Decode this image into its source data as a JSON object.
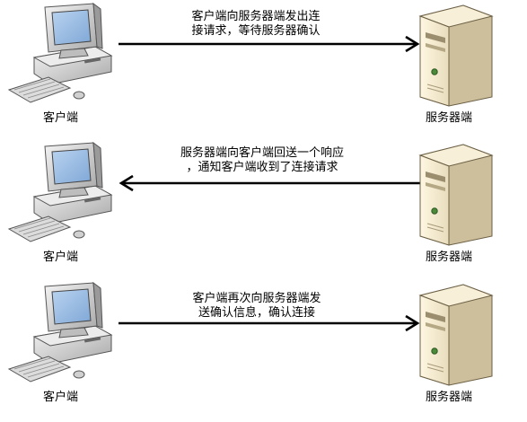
{
  "steps": [
    {
      "direction": "to-server",
      "message_lines": [
        "客户端向服务器端发出连",
        "接请求，等待服务器确认"
      ],
      "client_label": "客户端",
      "server_label": "服务器端"
    },
    {
      "direction": "to-client",
      "message_lines": [
        "服务器端向客户端回送一个响应",
        "，通知客户端收到了连接请求"
      ],
      "client_label": "客户端",
      "server_label": "服务器端"
    },
    {
      "direction": "to-server",
      "message_lines": [
        "客户端再次向服务器端发",
        "送确认信息，确认连接"
      ],
      "client_label": "客户端",
      "server_label": "服务器端"
    }
  ],
  "icons": {
    "client": "desktop-computer-icon",
    "server": "tower-server-icon"
  },
  "colors": {
    "arrow": "#000000",
    "server_body": "#e8dcbc",
    "pc_body": "#d9d9d9",
    "screen": "#7fa7d6"
  }
}
